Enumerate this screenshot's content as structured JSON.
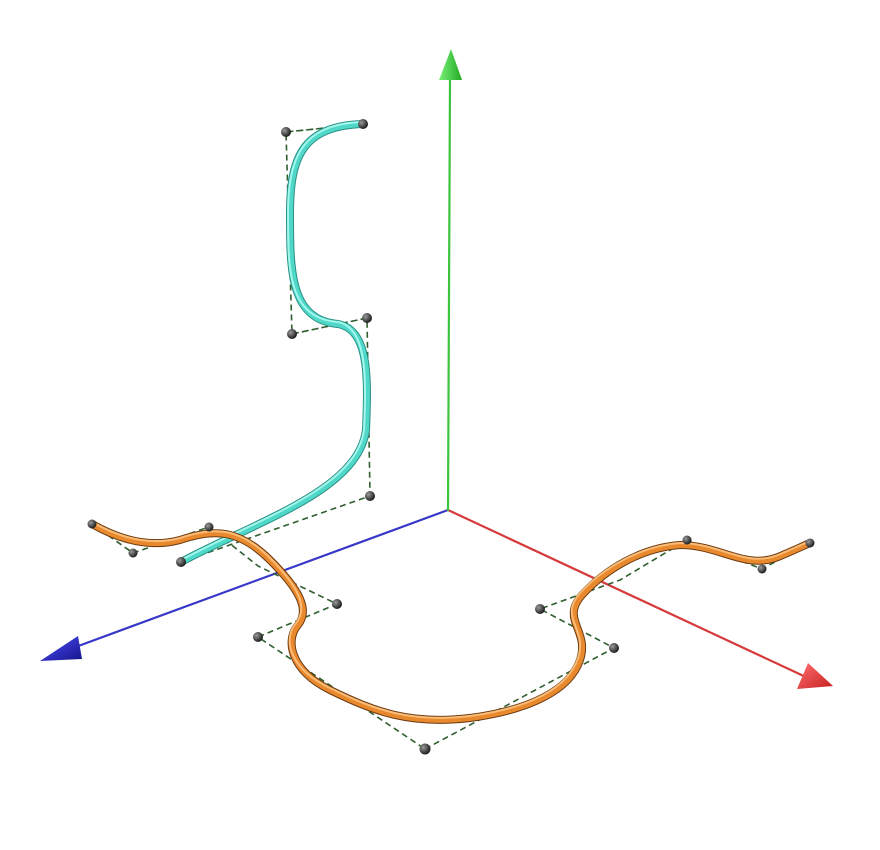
{
  "scene": {
    "background": "#ffffff",
    "axes": [
      {
        "id": "x",
        "color": "#d63a3a",
        "tip": "#ff3b3b",
        "direction": "lower-right"
      },
      {
        "id": "y",
        "color": "#3cc43c",
        "tip": "#41e041",
        "direction": "up"
      },
      {
        "id": "z",
        "color": "#3838c8",
        "tip": "#2a2aff",
        "direction": "lower-left"
      }
    ],
    "curves": [
      {
        "id": "vertical-spline",
        "color": "#4fd8c8",
        "shade": "#2a8f86",
        "highlight": "#b8fff5",
        "plane": "vertical"
      },
      {
        "id": "floor-spline",
        "color": "#e8892e",
        "shade": "#6b3a10",
        "highlight": "#ffc98a",
        "plane": "floor"
      }
    ],
    "control_polygon": {
      "color": "#2f5e2f",
      "style": "dashed"
    },
    "control_point": {
      "color": "#2a2a2a",
      "highlight": "#8a8a8a"
    }
  }
}
